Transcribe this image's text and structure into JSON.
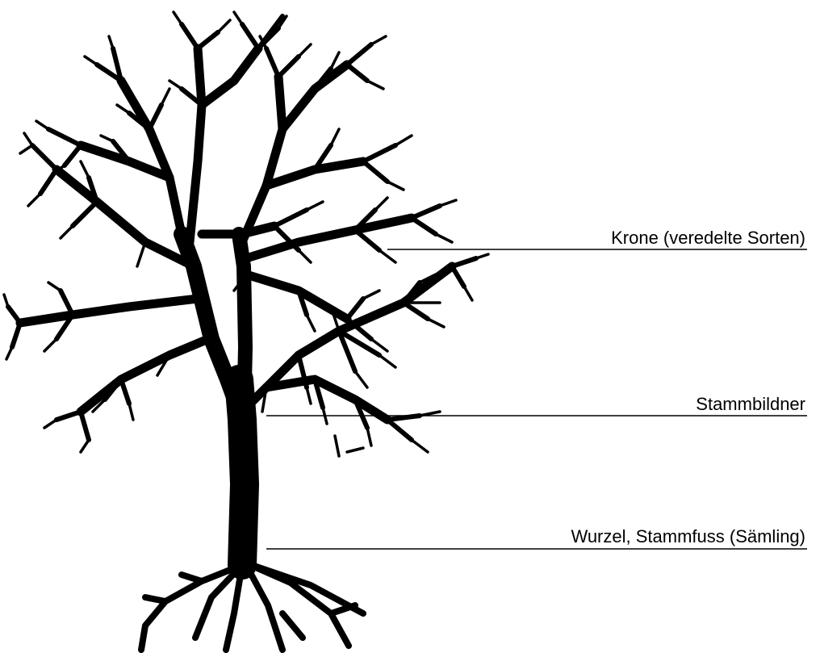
{
  "labels": {
    "crown": "Krone (veredelte Sorten)",
    "stem_builder": "Stammbildner",
    "root": "Wurzel, Stammfuss (Sämling)"
  },
  "colors": {
    "ink": "#000000",
    "background": "#ffffff"
  }
}
